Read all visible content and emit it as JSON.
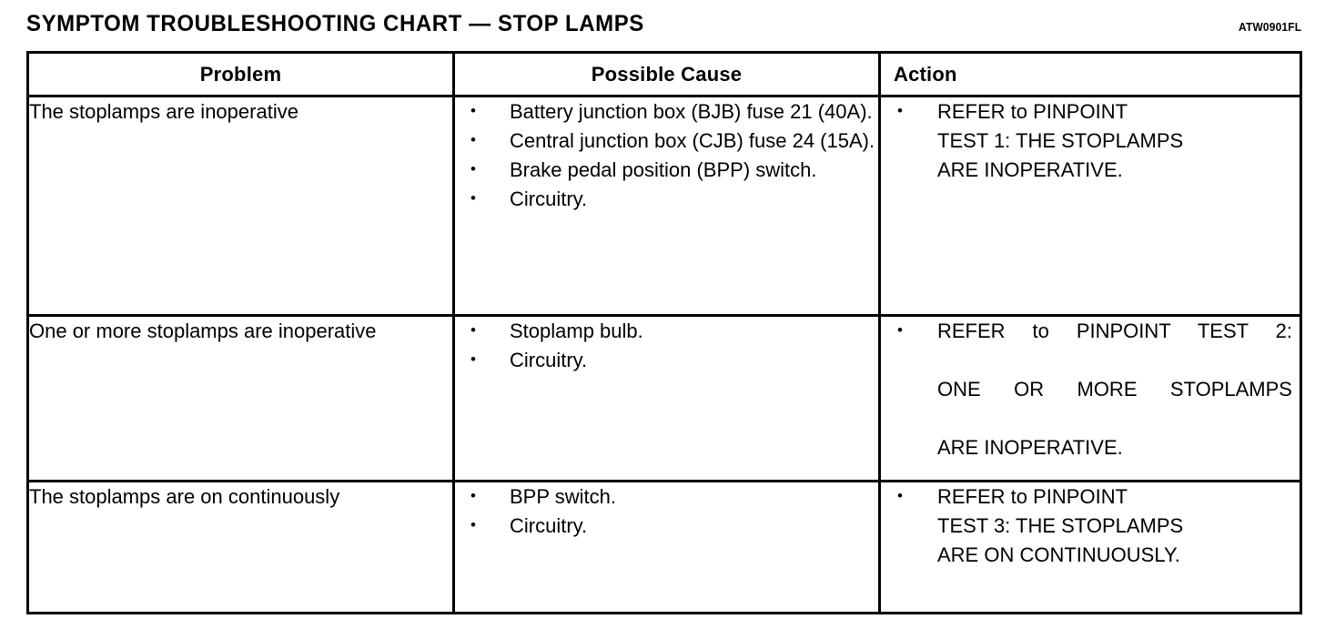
{
  "document": {
    "title": "SYMPTOM TROUBLESHOOTING CHART — STOP LAMPS",
    "code": "ATW0901FL"
  },
  "table": {
    "headers": {
      "problem": "Problem",
      "cause": "Possible Cause",
      "action": "Action"
    },
    "rows": [
      {
        "problem": "The stoplamps are inoperative",
        "causes": [
          "Battery junction box (BJB) fuse 21 (40A).",
          "Central junction box (CJB) fuse 24 (15A).",
          "Brake pedal position (BPP) switch.",
          "Circuitry."
        ],
        "action_lines": [
          "REFER to PINPOINT",
          "TEST 1: THE STOPLAMPS",
          "ARE INOPERATIVE."
        ]
      },
      {
        "problem": "One or more stoplamps are inoperative",
        "causes": [
          "Stoplamp bulb.",
          "Circuitry."
        ],
        "action_lines": [
          "REFER to PINPOINT TEST 2:",
          "ONE OR MORE STOPLAMPS",
          "ARE INOPERATIVE."
        ]
      },
      {
        "problem": "The stoplamps are on continuously",
        "causes": [
          "BPP switch.",
          "Circuitry."
        ],
        "action_lines": [
          "REFER to PINPOINT",
          "TEST 3: THE STOPLAMPS",
          "ARE ON CONTINUOUSLY."
        ]
      }
    ]
  },
  "colors": {
    "ink": "#000000",
    "paper": "#ffffff"
  }
}
